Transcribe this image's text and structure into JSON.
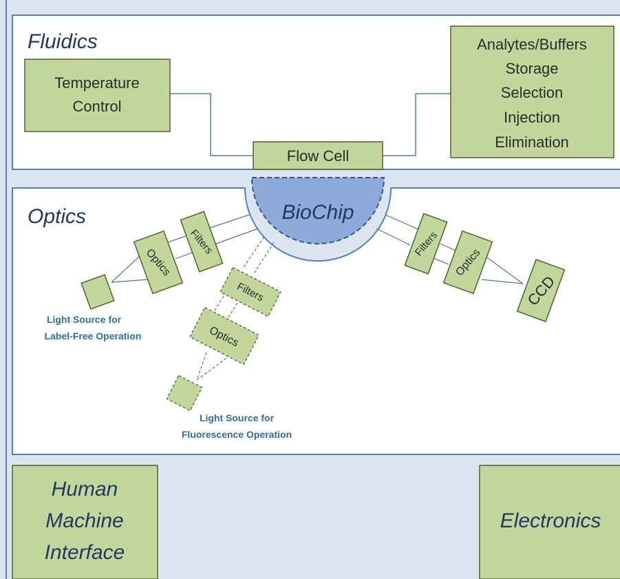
{
  "sections": {
    "fluidics": "Fluidics",
    "optics": "Optics"
  },
  "fluidics": {
    "temperature_control": [
      "Temperature",
      "Control"
    ],
    "analytes": [
      "Analytes/Buffers",
      "Storage",
      "Selection",
      "Injection",
      "Elimination"
    ],
    "flow_cell": "Flow Cell"
  },
  "biochip": "BioChip",
  "optics": {
    "filters": "Filters",
    "optics": "Optics",
    "ccd": "CCD",
    "light_label_free": [
      "Light Source for",
      "Label-Free Operation"
    ],
    "light_fluorescence": [
      "Light Source for",
      "Fluorescence Operation"
    ]
  },
  "bottom": {
    "hmi": [
      "Human",
      "Machine",
      "Interface"
    ],
    "electronics": "Electronics"
  },
  "colors": {
    "background": "#dce6f1",
    "panel_border": "#4f81bd",
    "box_fill": "#c3d69b",
    "biochip_fill": "#8eaadb",
    "label_blue": "#2e6da4"
  }
}
